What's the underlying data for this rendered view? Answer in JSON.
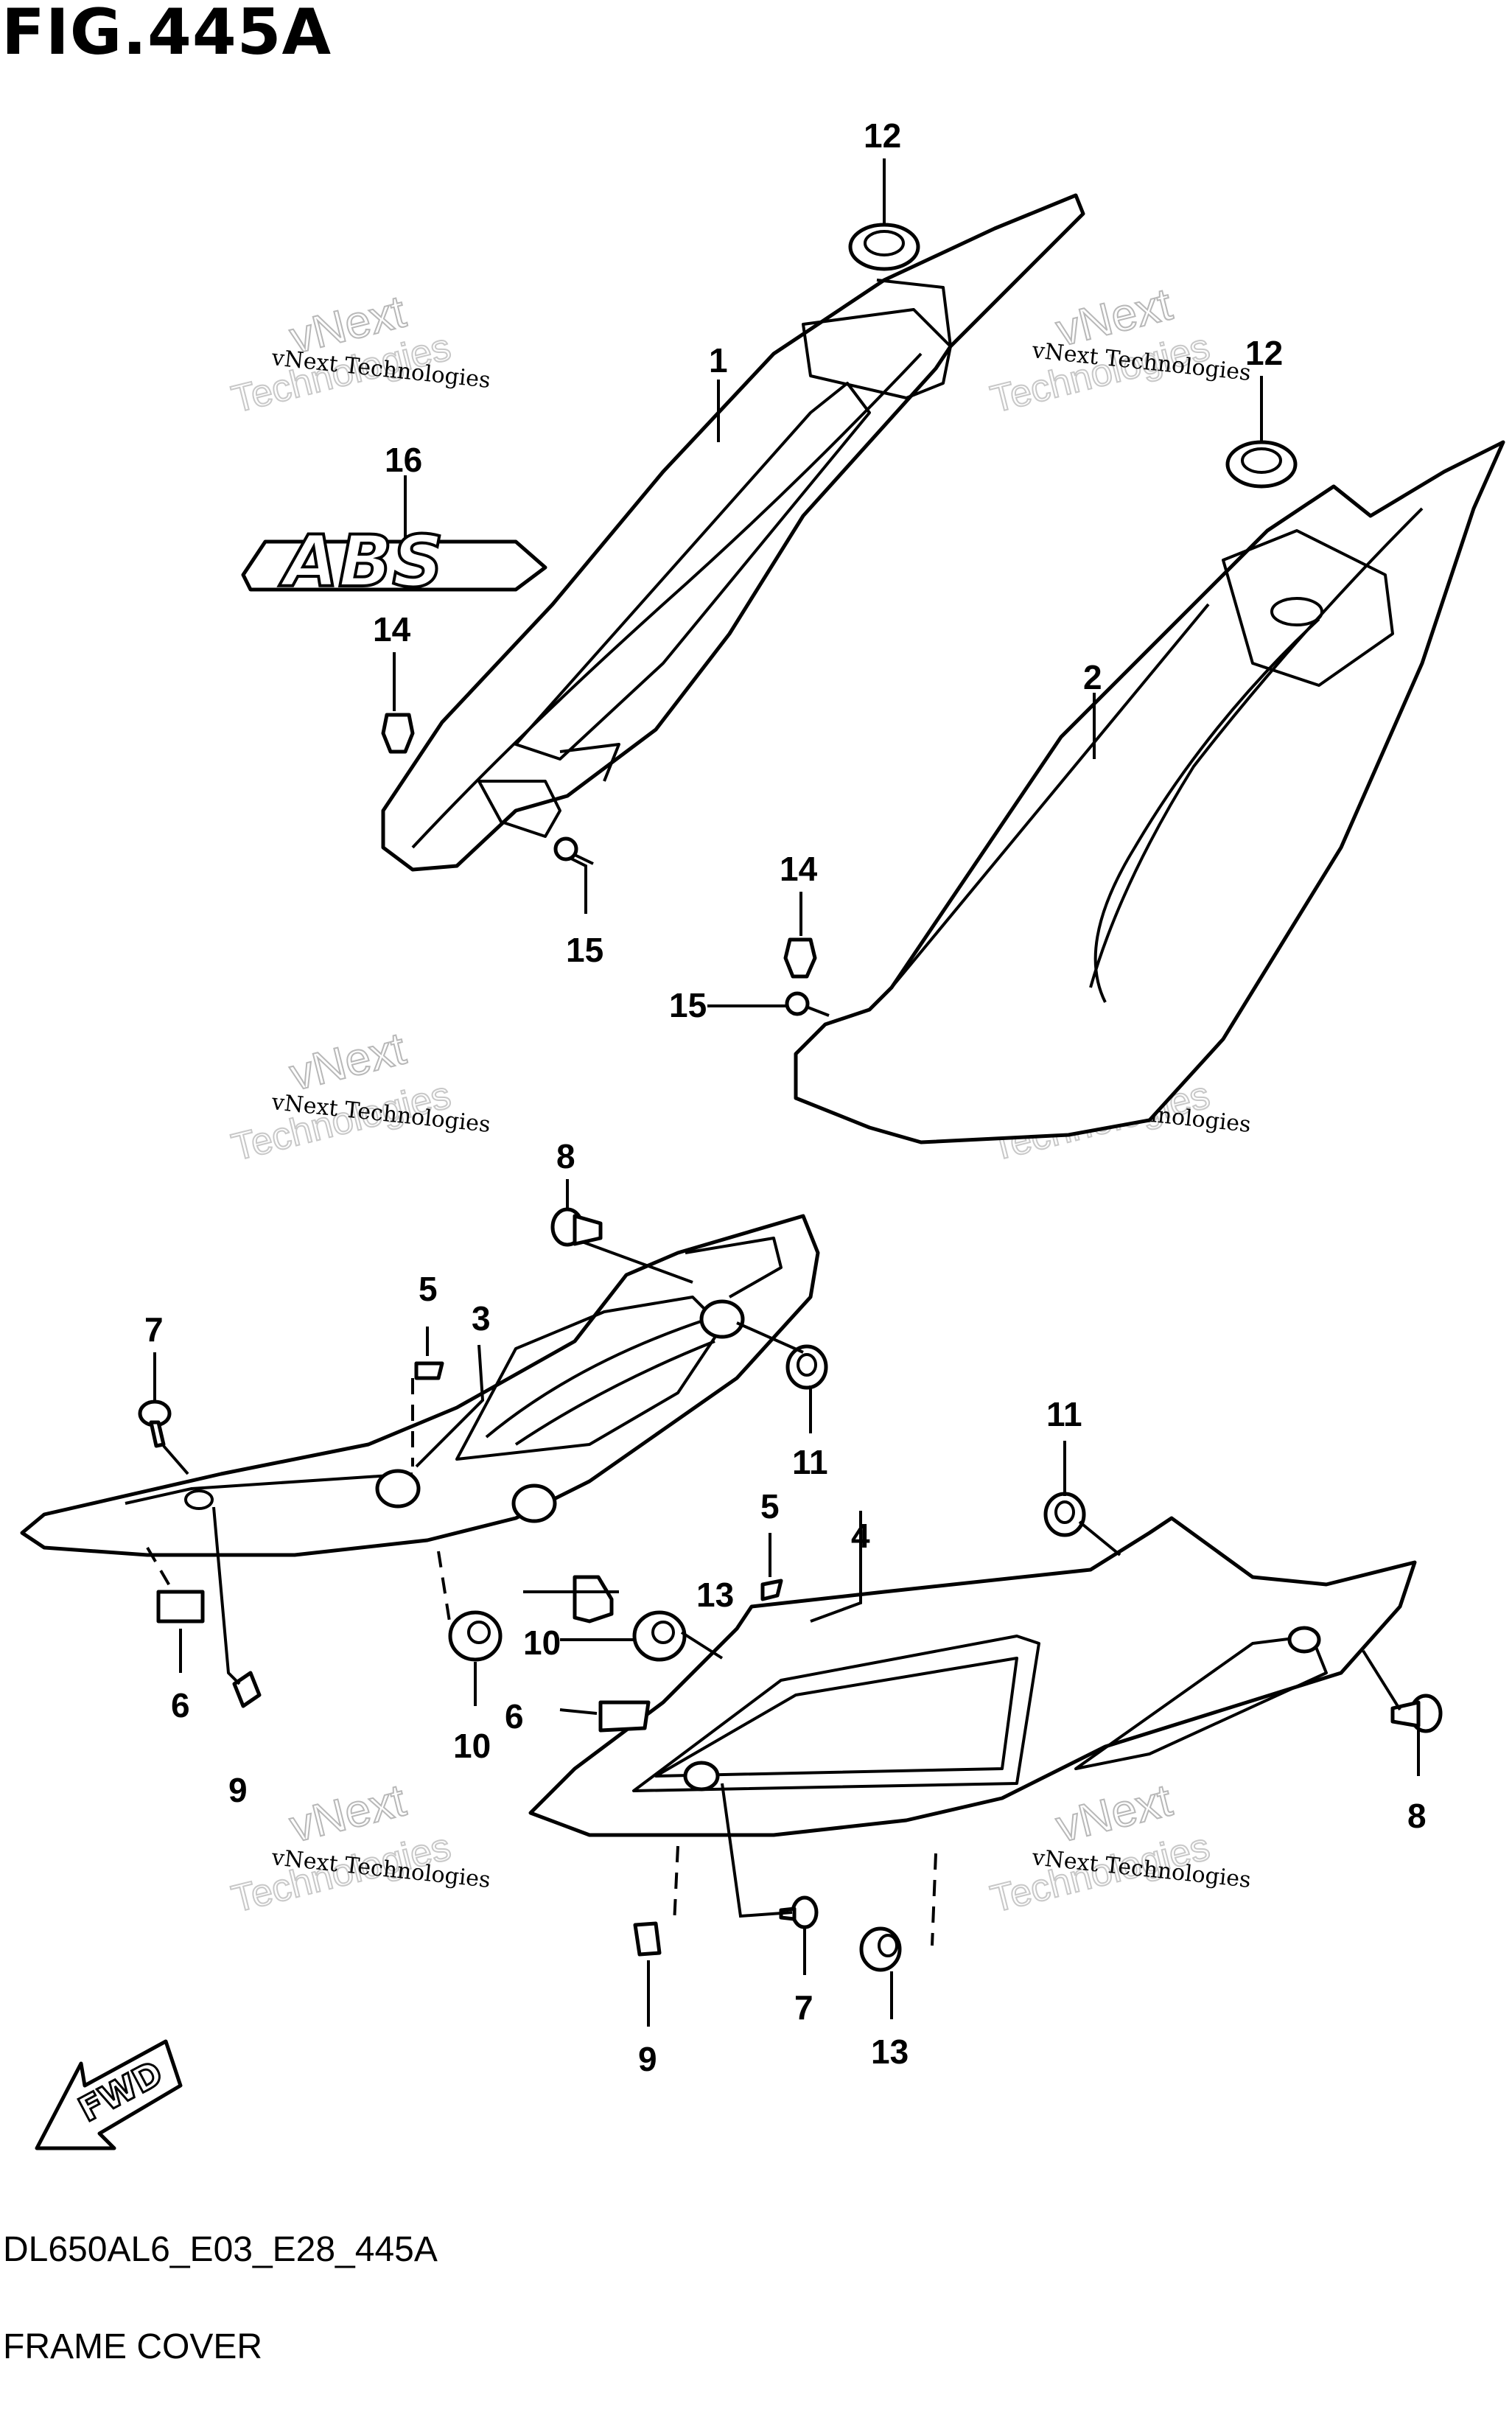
{
  "figure": {
    "title": "FIG.445A",
    "diagram_code": "DL650AL6_E03_E28_445A",
    "diagram_name": "FRAME COVER"
  },
  "callouts": [
    "1",
    "2",
    "3",
    "4",
    "5",
    "5",
    "6",
    "6",
    "7",
    "7",
    "8",
    "8",
    "9",
    "9",
    "10",
    "10",
    "11",
    "11",
    "12",
    "12",
    "13",
    "13",
    "14",
    "14",
    "15",
    "15",
    "16"
  ],
  "watermark": {
    "line1": "vNext Technologies",
    "line2": "vNext",
    "line3": "Technologies"
  },
  "emblem_text": "ABS",
  "direction_label": "FWD"
}
